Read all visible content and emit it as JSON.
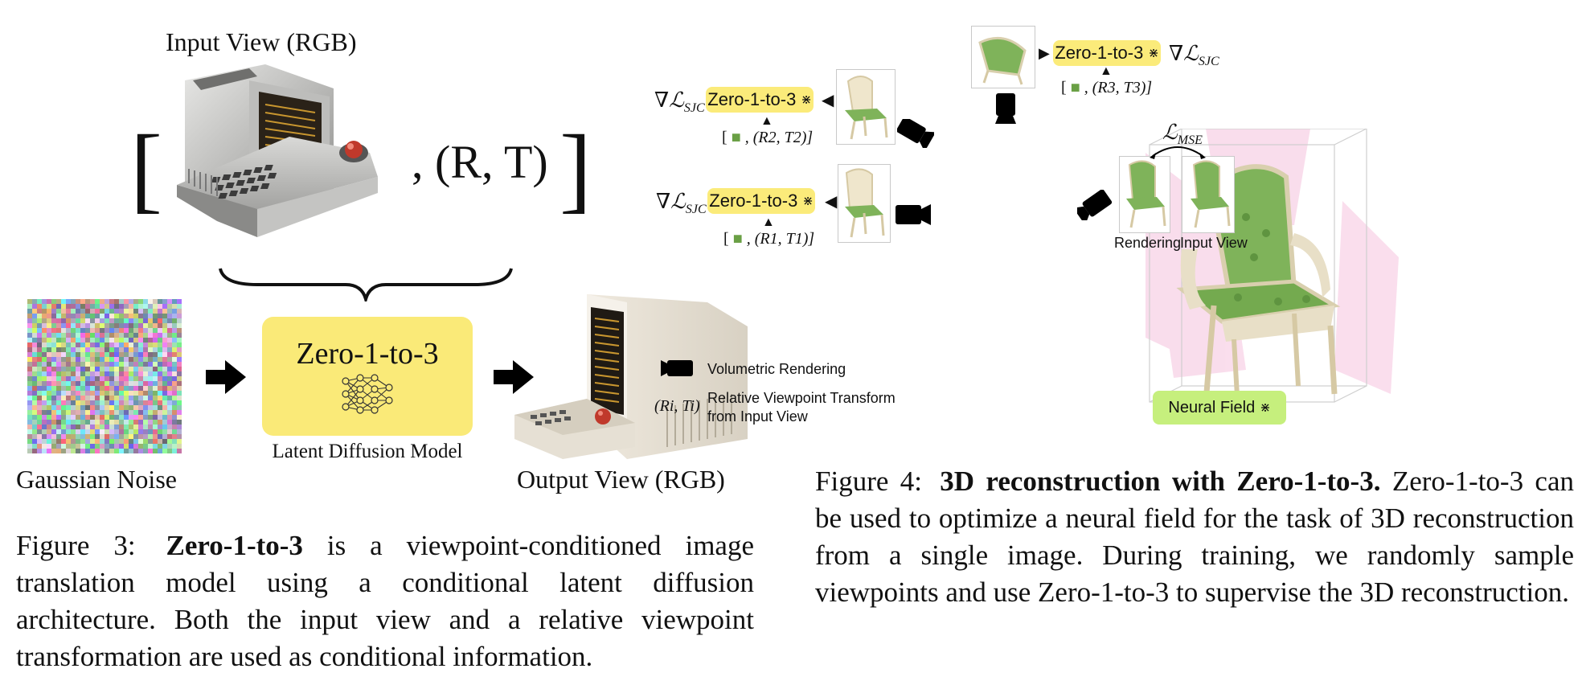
{
  "figure3": {
    "input_view_label": "Input View (RGB)",
    "condition_expr": ", (R, T)",
    "bracket_open": "[",
    "bracket_close": "]",
    "model_name": "Zero-1-to-3",
    "model_subtitle": "Latent Diffusion Model",
    "noise_label": "Gaussian Noise",
    "output_view_label": "Output View (RGB)",
    "caption_prefix": "Figure 3:",
    "caption_bold": "Zero-1-to-3",
    "caption_rest": "is a viewpoint-conditioned image translation model using a conditional latent diffusion architecture. Both the input view and a relative viewpoint transformation are used as conditional information."
  },
  "figure4": {
    "model_name": "Zero-1-to-3",
    "grad_label": "∇ℒSJC",
    "grad_main": "∇ℒ",
    "grad_sub": "SJC",
    "cond_top": ", (R3, T3)]",
    "cond_mid": ", (R2, T2)]",
    "cond_bot": ", (R1, T1)]",
    "cond_open": "[",
    "mse_main": "ℒ",
    "mse_sub": "MSE",
    "rendering_label": "Rendering",
    "input_view_label": "Input View",
    "neural_field_label": "Neural Field",
    "legend_camera_text": "Volumetric Rendering",
    "legend_transform_symbol": "(Ri, Ti)",
    "legend_transform_line1": "Relative Viewpoint Transform",
    "legend_transform_line2": "from Input View",
    "caption_prefix": "Figure 4:",
    "caption_bold": "3D reconstruction with Zero-1-to-3.",
    "caption_rest": "Zero-1-to-3 can be used to optimize a neural field for the task of 3D reconstruction from a single image. During training, we randomly sample viewpoints and use Zero-1-to-3 to supervise the 3D reconstruction."
  },
  "colors": {
    "model_yellow": "#faea78",
    "neural_green": "#c6ef7d",
    "frustum_pink": "#f3b6d6"
  }
}
